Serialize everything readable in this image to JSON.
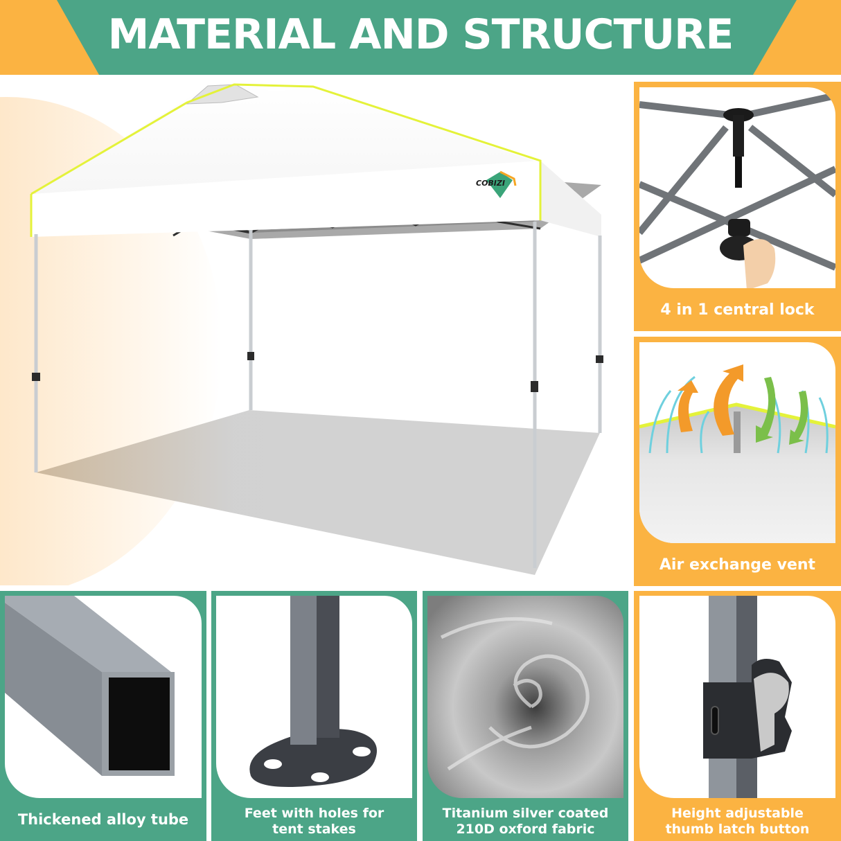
{
  "banner": {
    "title": "MATERIAL AND STRUCTURE",
    "colors": {
      "green": "#4ca587",
      "orange": "#fbb342",
      "text": "#ffffff"
    }
  },
  "hero": {
    "product": "pop-up canopy tent",
    "brand_logo_text": "COBIZI",
    "canopy_color": "#ffffff",
    "trim_color": "#e4f23a"
  },
  "features": [
    {
      "id": "central-lock",
      "caption": "4 in 1 central lock",
      "panel_color": "#fbb342",
      "icon": "central-lock-hub-icon"
    },
    {
      "id": "air-vent",
      "caption": "Air exchange vent",
      "panel_color": "#fbb342",
      "icon": "air-vent-arrows-icon"
    },
    {
      "id": "alloy-tube",
      "caption": "Thickened alloy tube",
      "panel_color": "#4ca587",
      "icon": "square-tube-icon"
    },
    {
      "id": "feet",
      "caption_line1": "Feet with holes for",
      "caption_line2": "tent stakes",
      "panel_color": "#4ca587",
      "icon": "foot-plate-icon"
    },
    {
      "id": "fabric",
      "caption_line1": "Titanium silver coated",
      "caption_line2": "210D oxford fabric",
      "panel_color": "#4ca587",
      "icon": "silver-fabric-icon"
    },
    {
      "id": "thumb-latch",
      "caption_line1": "Height adjustable",
      "caption_line2": "thumb latch button",
      "panel_color": "#fbb342",
      "icon": "thumb-latch-icon"
    }
  ]
}
